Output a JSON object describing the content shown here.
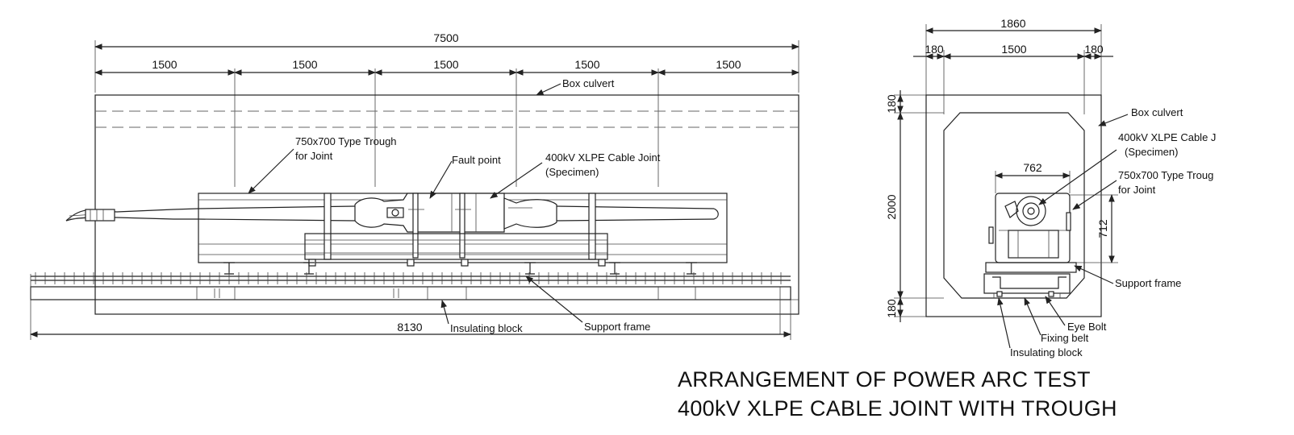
{
  "side_view": {
    "dim_total": "7500",
    "dim_segments": [
      "1500",
      "1500",
      "1500",
      "1500",
      "1500"
    ],
    "dim_overall": "8130",
    "labels": {
      "box_culvert": "Box culvert",
      "trough": "750x700 Type Trough",
      "trough_2": "for Joint",
      "fault_point": "Fault point",
      "cable_joint": "400kV XLPE Cable Joint",
      "specimen": "(Specimen)",
      "insulating_block": "Insulating block",
      "support_frame": "Support frame"
    }
  },
  "section_view": {
    "dim_width": "1860",
    "dim_left": "180",
    "dim_mid": "1500",
    "dim_right": "180",
    "dim_top": "180",
    "dim_height": "2000",
    "dim_bottom": "180",
    "dim_trough_w": "762",
    "dim_trough_h": "712",
    "labels": {
      "box_culvert": "Box culvert",
      "cable_joint": "400kV XLPE Cable J",
      "specimen": "(Specimen)",
      "trough": "750x700 Type Troug",
      "trough_2": "for Joint",
      "support_frame": "Support frame",
      "eye_bolt": "Eye Bolt",
      "fixing_belt": "Fixing belt",
      "insulating_block": "Insulating block"
    }
  },
  "title": {
    "line1": "ARRANGEMENT OF POWER ARC TEST",
    "line2": "400kV XLPE CABLE JOINT WITH TROUGH"
  }
}
